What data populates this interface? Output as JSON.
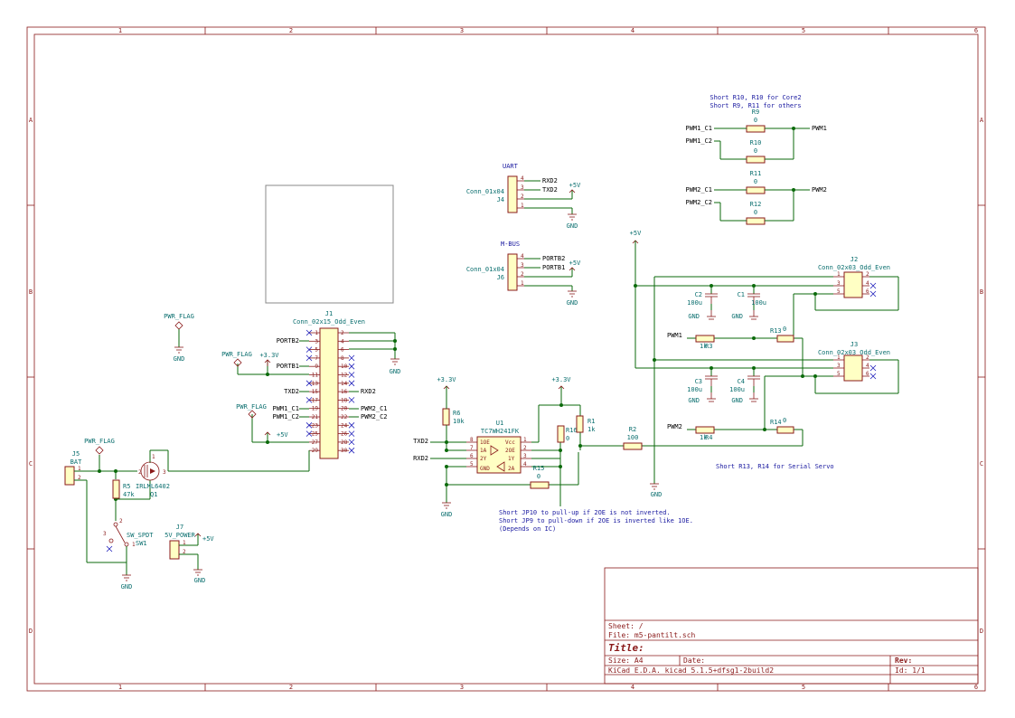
{
  "frame": {
    "cols": [
      "1",
      "2",
      "3",
      "4",
      "5",
      "6"
    ],
    "rows": [
      "A",
      "B",
      "C",
      "D"
    ]
  },
  "title_block": {
    "sheet": "Sheet: /",
    "file": "File: m5-pantilt.sch",
    "title": "Title:",
    "size": "Size: A4",
    "date": "Date:",
    "rev": "Rev:",
    "tool": "KiCad E.D.A.  kicad 5.1.5+dfsg1-2build2",
    "id": "Id: 1/1"
  },
  "notes": {
    "core2_line1": "Short R10, R10 for Core2",
    "core2_line2": "Short R9, R11 for others",
    "serial_servo": "Short R13, R14 for Serial Servo",
    "jp_line1": "Short JP10 to pull-up if 2OE is not inverted.",
    "jp_line2": "Short JP9 to pull-down if 2OE is inverted like 1OE.",
    "jp_line3": "(Depends on IC)"
  },
  "j1": {
    "ref": "J1",
    "value": "Conn_02x15_Odd_Even",
    "left_pins": [
      "1",
      "3",
      "5",
      "7",
      "9",
      "11",
      "13",
      "15",
      "17",
      "19",
      "21",
      "23",
      "25",
      "27",
      "29"
    ],
    "right_pins": [
      "2",
      "4",
      "6",
      "8",
      "10",
      "12",
      "14",
      "16",
      "18",
      "20",
      "22",
      "24",
      "26",
      "28",
      "30"
    ],
    "left_nets": {
      "3": "PORTB2",
      "9": "PORTB1",
      "15": "TXD2",
      "19": "PWM1_C1",
      "21": "PWM1_C2"
    },
    "right_nets": {
      "16": "RXD2",
      "20": "PWM2_C1",
      "22": "PWM2_C2"
    }
  },
  "uart": {
    "title": "UART",
    "ref": "J4",
    "value": "Conn_01x04",
    "pins": [
      "4",
      "3",
      "2",
      "1"
    ],
    "nets": [
      "RXD2",
      "TXD2"
    ]
  },
  "mbus": {
    "title": "M-BUS",
    "ref": "J6",
    "value": "Conn_01x04",
    "pins": [
      "4",
      "3",
      "2",
      "1"
    ],
    "nets": [
      "PORTB2",
      "PORTB1"
    ]
  },
  "power": {
    "gnd": "GND",
    "v5": "+5V",
    "v33": "+3.3V",
    "pwr_flag": "PWR_FLAG"
  },
  "resistors": {
    "r9": {
      "ref": "R9",
      "value": "0"
    },
    "r10": {
      "ref": "R10",
      "value": "0"
    },
    "r11": {
      "ref": "R11",
      "value": "0"
    },
    "r12": {
      "ref": "R12",
      "value": "0"
    },
    "r13": {
      "ref": "R13",
      "value": "0"
    },
    "r14": {
      "ref": "R14",
      "value": "0"
    },
    "r3": {
      "ref": "R3",
      "value": "1k"
    },
    "r4": {
      "ref": "R4",
      "value": "1k"
    },
    "r5": {
      "ref": "R5",
      "value": "47k"
    },
    "r6": {
      "ref": "R6",
      "value": "10k"
    },
    "r1": {
      "ref": "R1",
      "value": "1k"
    },
    "r2": {
      "ref": "R2",
      "value": "100"
    },
    "r16": {
      "ref": "R16",
      "value": "0"
    },
    "r15": {
      "ref": "R15",
      "value": "0"
    }
  },
  "caps": {
    "c1": {
      "ref": "C1",
      "value": "100u"
    },
    "c2": {
      "ref": "C2",
      "value": "100u"
    },
    "c3": {
      "ref": "C3",
      "value": "100u"
    },
    "c4": {
      "ref": "C4",
      "value": "100u"
    }
  },
  "servo": {
    "pwm1_c1": "PWM1_C1",
    "pwm1_c2": "PWM1_C2",
    "pwm2_c1": "PWM2_C1",
    "pwm2_c2": "PWM2_C2",
    "pwm1": "PWM1",
    "pwm2": "PWM2"
  },
  "j2": {
    "ref": "J2",
    "value": "Conn_02x03_Odd_Even",
    "pins": [
      "1",
      "2",
      "3",
      "4",
      "5",
      "6"
    ]
  },
  "j3": {
    "ref": "J3",
    "value": "Conn_02x03_Odd_Even",
    "pins": [
      "1",
      "2",
      "3",
      "4",
      "5",
      "6"
    ]
  },
  "u1": {
    "ref": "U1",
    "value": "TC7WH241FK",
    "pins": [
      "8",
      "7",
      "6",
      "5",
      "1",
      "2",
      "3",
      "4"
    ],
    "names": [
      "1OE",
      "Vcc",
      "1A",
      "2OE",
      "2Y",
      "1Y",
      "GND",
      "2A"
    ],
    "txd2": "TXD2",
    "rxd2": "RXD2"
  },
  "battery": {
    "j5_ref": "J5",
    "j5_value": "BAT",
    "q1_ref": "Q1",
    "q1_value": "IRLML6402",
    "sw_ref": "SW1",
    "sw_value": "SW_SPDT",
    "j7_ref": "J7",
    "j7_value": "5V_POWER",
    "pins12": [
      "1",
      "2"
    ],
    "pins123": [
      "1",
      "2",
      "3"
    ]
  }
}
